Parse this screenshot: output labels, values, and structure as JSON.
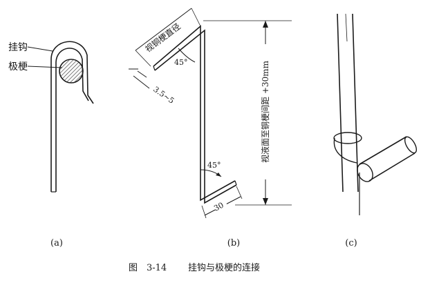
{
  "panel_a": {
    "labels": {
      "hook": "挂钩",
      "electrode_rod": "极梗"
    },
    "caption": "(a)"
  },
  "panel_b": {
    "dims": {
      "rod_diameter": "视铜梗直径",
      "angle_top": "45°",
      "gap": "3.5~5",
      "height": "视液面至铜梗间距 +30mm",
      "angle_bottom": "45°",
      "foot": "30"
    },
    "caption": "(b)"
  },
  "panel_c": {
    "caption": "(c)"
  },
  "figure_caption": {
    "number": "图　3-14",
    "title": "挂钩与极梗的连接"
  },
  "colors": {
    "ink": "#1a1a1a",
    "hatch": "#444444"
  }
}
